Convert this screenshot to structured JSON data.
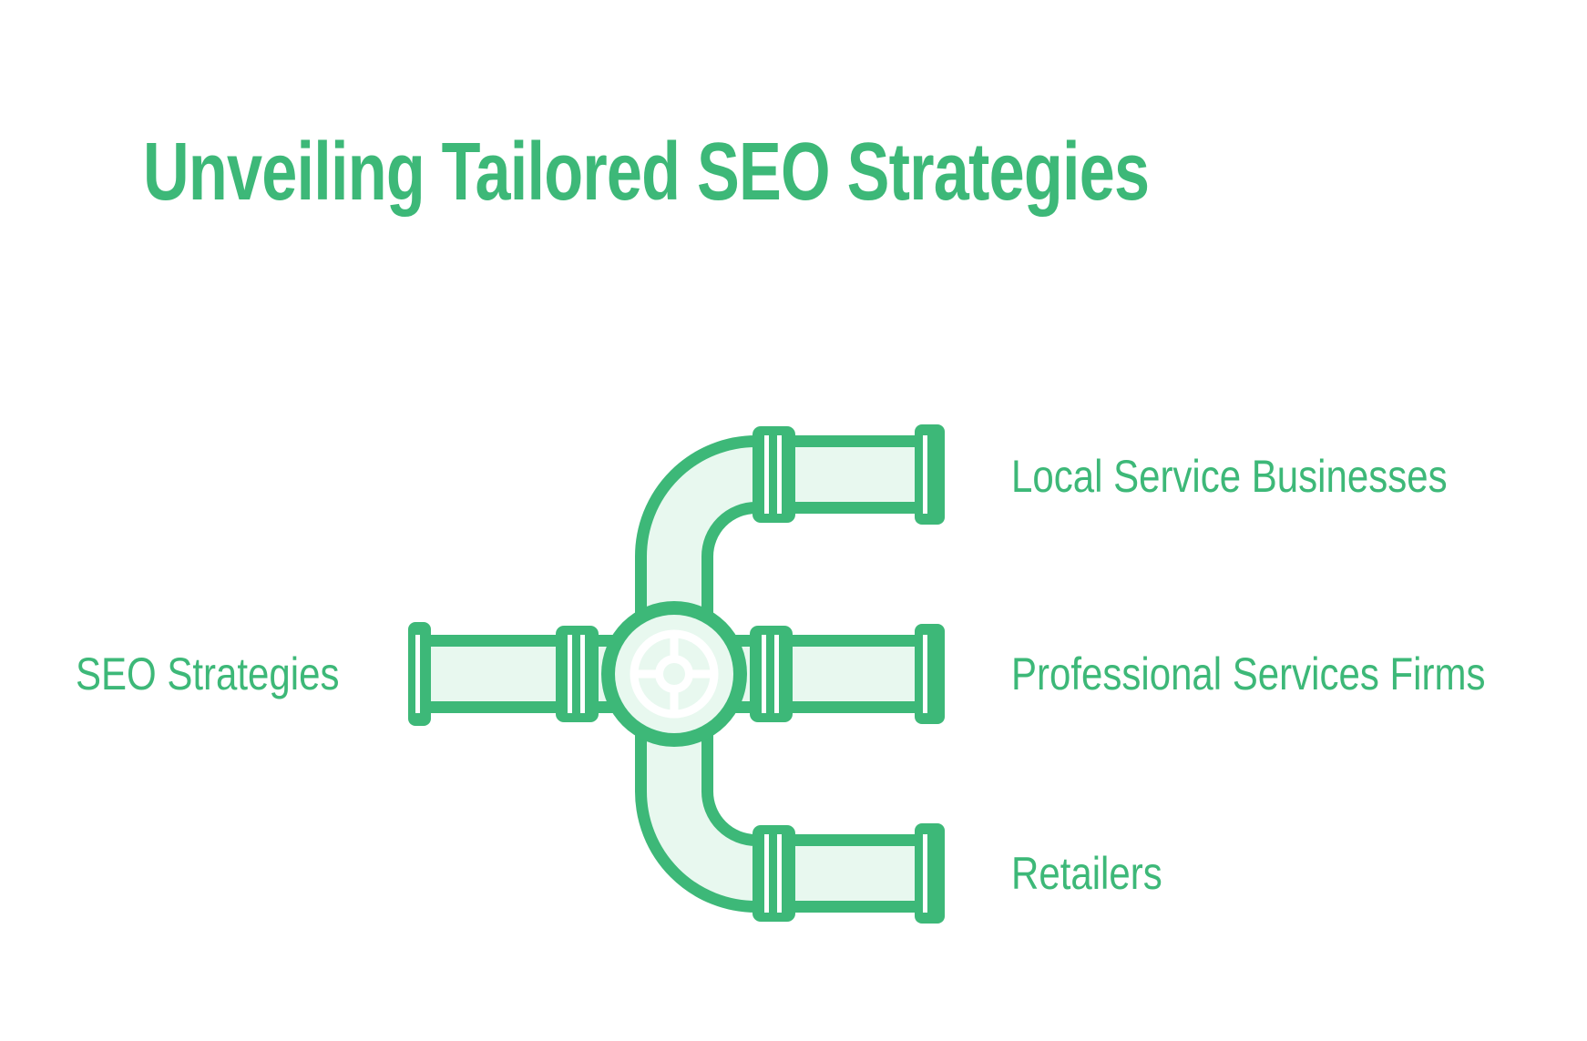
{
  "title": "Unveiling Tailored SEO Strategies",
  "diagram": {
    "source": {
      "label": "SEO Strategies"
    },
    "hub_icon": "pipe-valve-icon",
    "branches": [
      {
        "label": "Local Service Businesses"
      },
      {
        "label": "Professional Services Firms"
      },
      {
        "label": "Retailers"
      }
    ]
  },
  "colors": {
    "accent_green": "#3db878",
    "pipe_fill": "#e8f8ef",
    "slit_white": "#ffffff",
    "background": "#ffffff"
  }
}
